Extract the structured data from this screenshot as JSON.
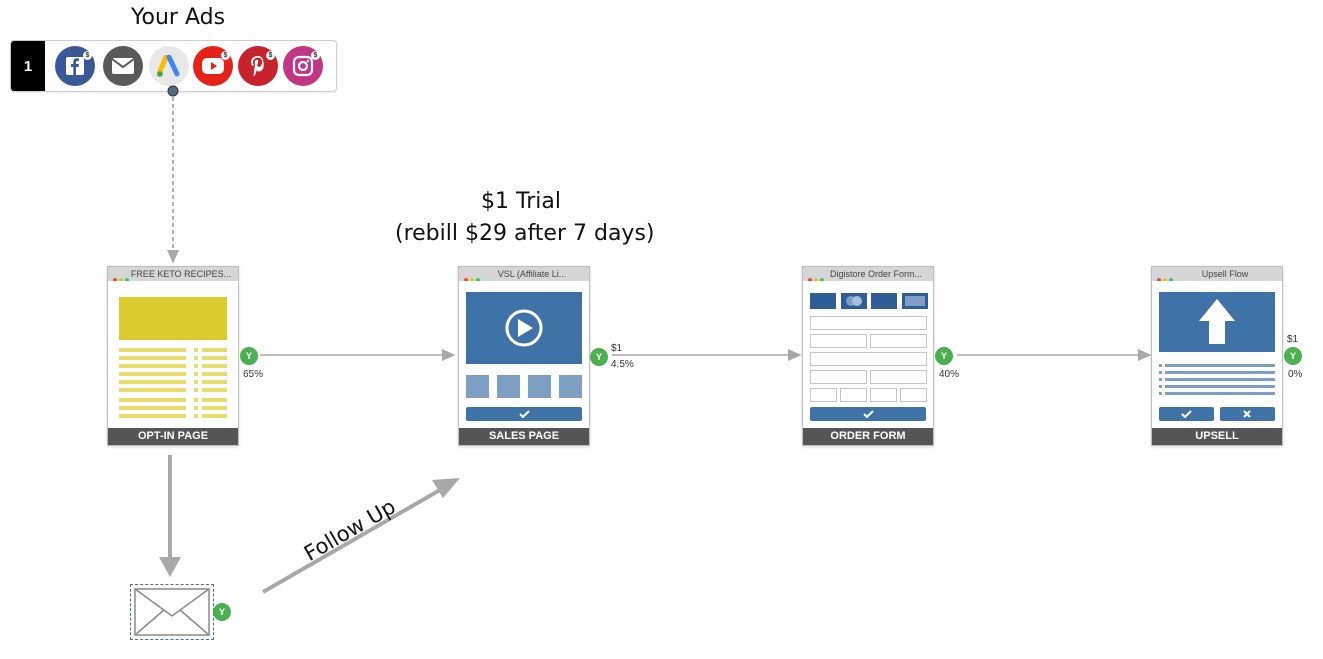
{
  "header": {
    "title": "Your Ads"
  },
  "ads_bar": {
    "number": "1",
    "sources": [
      {
        "name": "facebook-icon",
        "color": "#3b5998",
        "glyph": "f"
      },
      {
        "name": "email-icon",
        "color": "#595959",
        "glyph": "✉"
      },
      {
        "name": "google-ads-icon",
        "color": "#e8e8e8",
        "glyph": "A"
      },
      {
        "name": "youtube-icon",
        "color": "#e62117",
        "glyph": "▶"
      },
      {
        "name": "pinterest-icon",
        "color": "#c8232c",
        "glyph": "P"
      },
      {
        "name": "instagram-icon",
        "color": "#c13584",
        "glyph": "◎"
      }
    ]
  },
  "offer": {
    "line1": "$1 Trial",
    "line2": "(rebill $29 after 7 days)"
  },
  "steps": [
    {
      "id": "optin",
      "top_label": "FREE KETO RECIPES...",
      "label": "OPT-IN PAGE",
      "badge": "Y",
      "stat": "65%"
    },
    {
      "id": "sales",
      "top_label": "VSL (Affiliate Li...",
      "label": "SALES PAGE",
      "badge": "Y",
      "stat_price": "$1",
      "stat": "4.5%"
    },
    {
      "id": "order",
      "top_label": "Digistore Order Form...",
      "label": "ORDER FORM",
      "badge": "Y",
      "stat": "40%"
    },
    {
      "id": "upsell",
      "top_label": "Upsell Flow",
      "label": "UPSELL",
      "badge": "Y",
      "stat_price": "$1",
      "stat": "0%"
    }
  ],
  "email": {
    "badge": "Y"
  },
  "follow_up": {
    "label": "Follow Up"
  },
  "colors": {
    "optin_accent": "#dccb2f",
    "page_blue": "#3f73a8",
    "page_light_blue": "#7e9fc4",
    "badge_green": "#4caf50",
    "arrow_gray": "#a8a8a8"
  }
}
